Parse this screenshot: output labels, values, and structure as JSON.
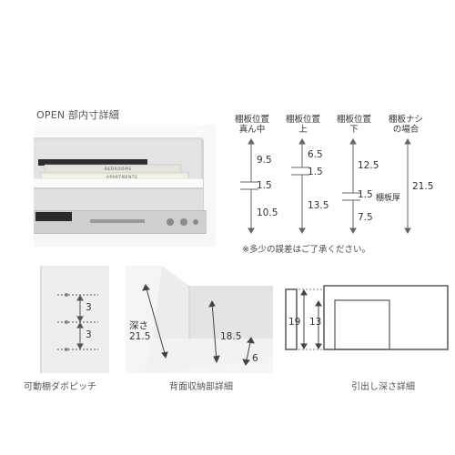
{
  "section_title": "OPEN 部内寸詳細",
  "book_labels": [
    "BEDROOMS",
    "APARTMENTS"
  ],
  "columns": [
    {
      "label": "棚板位置真ん中",
      "line1": "棚板位置",
      "line2": "真ん中",
      "values": [
        "9.5",
        "1.5",
        "10.5"
      ]
    },
    {
      "label": "棚板位置上",
      "line1": "棚板位置",
      "line2": "上",
      "values": [
        "6.5",
        "1.5",
        "13.5"
      ]
    },
    {
      "label": "棚板位置下",
      "line1": "棚板位置",
      "line2": "下",
      "values": [
        "12.5",
        "1.5",
        "7.5"
      ],
      "shelf_note": "棚板厚"
    },
    {
      "label": "棚板ナシの場合",
      "line1": "棚板ナシ",
      "line2": "の場合",
      "values": [
        "21.5"
      ]
    }
  ],
  "note": "※多少の誤差はご了承ください。",
  "captions": {
    "pitch": "可動棚ダボピッチ",
    "back": "背面収納部詳細",
    "drawer": "引出し深さ詳細"
  },
  "pitch_values": [
    "3",
    "3"
  ],
  "back_values": {
    "depth_label": "深さ",
    "depth": "21.5",
    "height": "18.5",
    "small": "6"
  },
  "drawer_values": {
    "outer": "19",
    "inner": "13"
  }
}
